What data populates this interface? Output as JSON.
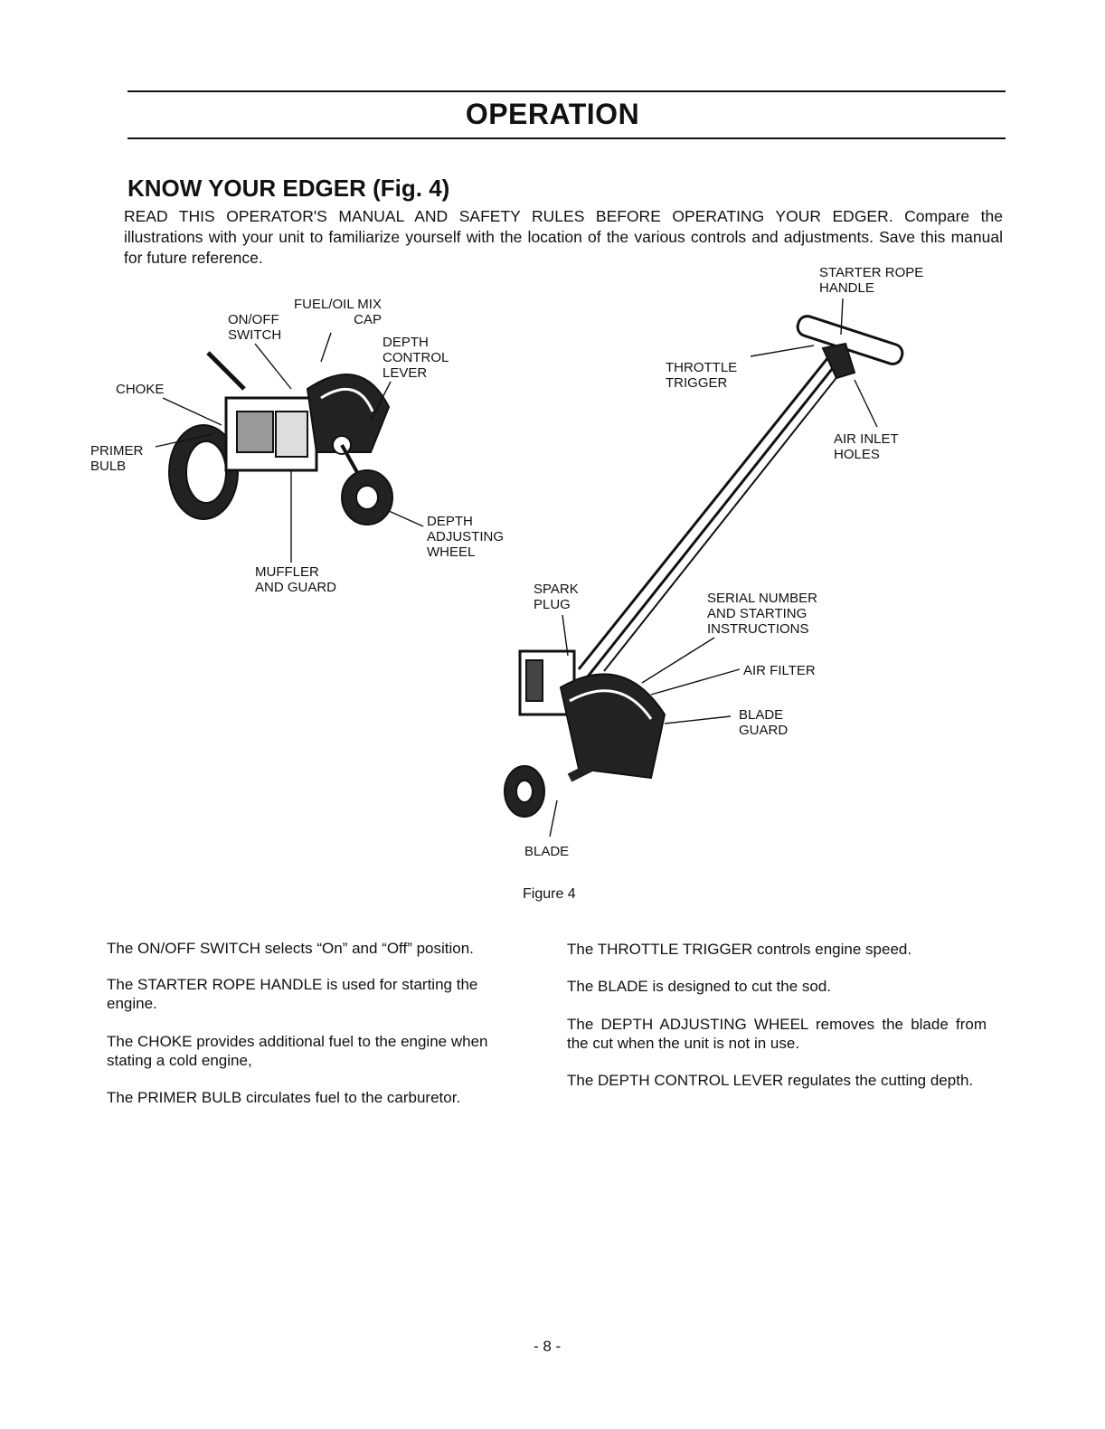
{
  "header": {
    "title": "OPERATION"
  },
  "section": {
    "title": "KNOW YOUR EDGER (Fig. 4)",
    "intro_lead": "READ THIS OPERATOR'S MANUAL AND SAFETY RULES BEFORE OPERATING YOUR EDGER.",
    "intro_body": "Compare the illustrations with your unit to familiarize yourself with the location of the various controls and adjustments. Save this manual for future reference."
  },
  "figure": {
    "caption": "Figure 4",
    "labels": {
      "fuel_oil_mix_cap": "FUEL/OIL MIX\nCAP",
      "on_off_switch": "ON/OFF\nSWITCH",
      "depth_control_lever": "DEPTH\nCONTROL\nLEVER",
      "choke": "CHOKE",
      "primer_bulb": "PRIMER\nBULB",
      "depth_adjusting_wheel": "DEPTH\nADJUSTING\nWHEEL",
      "muffler_and_guard": "MUFFLER\nAND GUARD",
      "starter_rope_handle": "STARTER ROPE\nHANDLE",
      "throttle_trigger": "THROTTLE\nTRIGGER",
      "air_inlet_holes": "AIR INLET\nHOLES",
      "spark_plug": "SPARK\nPLUG",
      "serial_number": "SERIAL NUMBER\nAND STARTING\nINSTRUCTIONS",
      "air_filter": "AIR FILTER",
      "blade_guard": "BLADE\nGUARD",
      "blade": "BLADE"
    }
  },
  "descriptions": {
    "left": [
      "The ON/OFF SWITCH selects “On” and “Off” position.",
      "The STARTER ROPE HANDLE is used for starting the engine.",
      "The CHOKE provides additional fuel to the engine when stating a cold engine,",
      "The PRIMER BULB circulates fuel to the carburetor."
    ],
    "right": [
      "The THROTTLE TRIGGER controls engine speed.",
      "The BLADE is designed to cut the sod.",
      "The DEPTH ADJUSTING WHEEL removes the blade from the cut when the unit is not in use.",
      "The DEPTH CONTROL LEVER regulates the cutting depth."
    ]
  },
  "footer": {
    "page_number": "- 8 -"
  }
}
